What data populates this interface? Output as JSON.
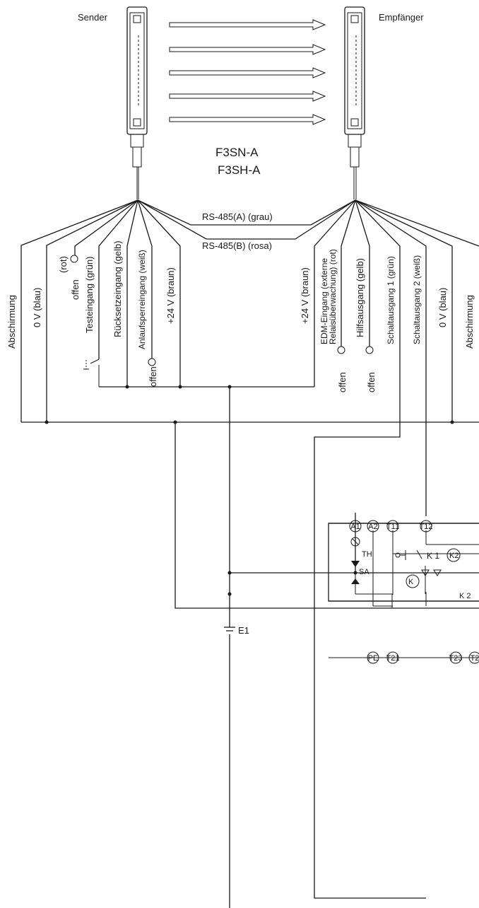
{
  "devices": {
    "sender": "Sender",
    "receiver": "Empfänger",
    "model_line1": "F3SN-A",
    "model_line2": "F3SH-A"
  },
  "bus": {
    "rs485a": "RS-485(A) (grau)",
    "rs485b": "RS-485(B) (rosa)"
  },
  "sender_wires": {
    "shield": "Abschirmung",
    "zero_v": "0 V (blau)",
    "red": "(rot)",
    "open_red": "offen",
    "test_input": "Testeingang (grün)",
    "reset_input": "Rücksetzeingang (gelb)",
    "interlock_input": "Anlaufsperreingang (weiß)",
    "open_interlock": "offen",
    "plus24": "+24 V (braun)"
  },
  "receiver_wires": {
    "plus24": "+24 V (braun)",
    "edm_line1": "EDM-Eingang (externe",
    "edm_line2": "Relaisüberwachung) (rot)",
    "open_edm": "offen",
    "aux_output": "Hilfsausgang (gelb)",
    "open_aux": "offen",
    "out1": "Schaltausgang 1 (grün)",
    "out2": "Schaltausgang 2 (weiß)",
    "zero_v": "0 V (blau)",
    "shield": "Abschirmung"
  },
  "power": {
    "supply": "E1"
  },
  "relay": {
    "terminals_top": [
      "A1",
      "A2",
      "T11",
      "T12"
    ],
    "terminals_bottom": [
      "PE",
      "T21",
      "T23",
      "T2"
    ],
    "th": "TH",
    "sa": "SA",
    "k1": "K 1",
    "k2": "K2",
    "k1_coil": "K",
    "k2_coil": "K2",
    "k2_contact": "K 2"
  },
  "colors": {
    "line": "#1a1a1a",
    "background": "#ffffff"
  }
}
